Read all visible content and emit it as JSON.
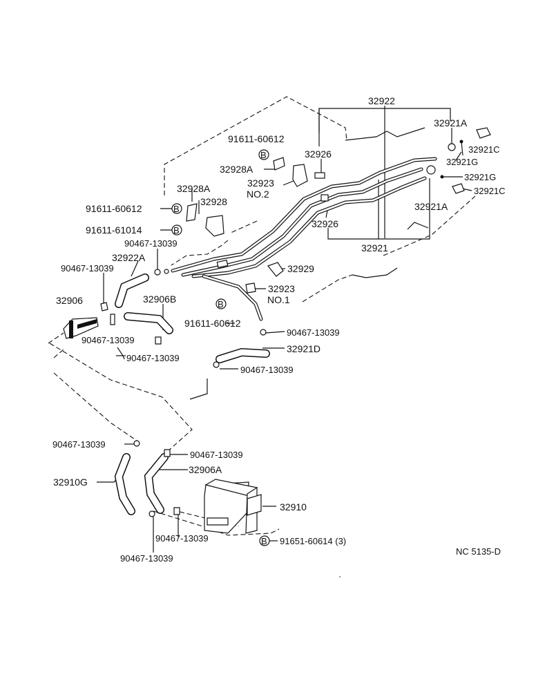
{
  "callouts": {
    "p32922": "32922",
    "p32921A_top": "32921A",
    "p32921C_top": "32921C",
    "p32921G_top": "32921G",
    "p32921G_mid": "32921G",
    "p32921C_mid": "32921C",
    "p32921A_mid": "32921A",
    "p91611_60612_top": "91611-60612",
    "p32928A_top": "32928A",
    "p32926_top": "32926",
    "p32923_no2": "32923",
    "no2": "NO.2",
    "p32928A_left": "32928A",
    "p32928": "32928",
    "p91611_60612_left": "91611-60612",
    "p91611_61014": "91611-61014",
    "p32926_mid": "32926",
    "p32921": "32921",
    "p90467_a": "90467-13039",
    "p32922A": "32922A",
    "p90467_b": "90467-13039",
    "p32929": "32929",
    "p32923_no1": "32923",
    "no1": "NO.1",
    "p32906": "32906",
    "p32906B": "32906B",
    "p91611_60612_bottom": "91611-60612",
    "p90467_c": "90467-13039",
    "p90467_d": "90467-13039",
    "p32921D": "32921D",
    "p90467_e": "90467-13039",
    "p90467_f": "90467-13039",
    "p90467_g": "90467-13039",
    "p90467_h": "90467-13039",
    "p32910G": "32910G",
    "p32906A": "32906A",
    "p32910": "32910",
    "p90467_i": "90467-13039",
    "p90467_j": "90467-13039",
    "p91651_60614": "91651-60614 (3)"
  },
  "symbols": {
    "bolt_marker": "B"
  },
  "footer": {
    "code": "NC  5135-D"
  }
}
